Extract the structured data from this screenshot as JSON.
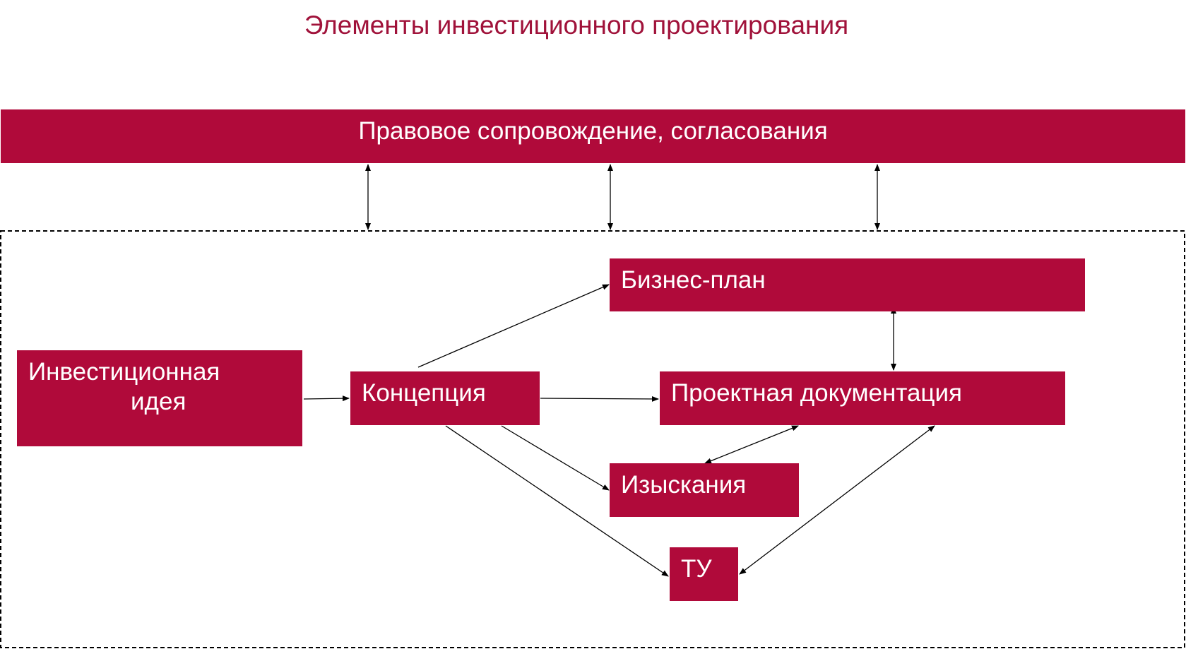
{
  "diagram": {
    "title": "Элементы инвестиционного проектирования",
    "nodes": {
      "legal": "Правовое сопровождение, согласования",
      "business_plan": "Бизнес-план",
      "investment_idea_line1": "Инвестиционная",
      "investment_idea_line2": "идея",
      "concept": "Концепция",
      "project_docs": "Проектная документация",
      "surveys": "Изыскания",
      "tu": "ТУ"
    },
    "colors": {
      "box_fill": "#b00a3a",
      "box_text": "#ffffff",
      "title_text": "#a0123a",
      "connector": "#000000"
    },
    "edges": [
      {
        "from": "investment_idea",
        "to": "concept",
        "direction": "forward"
      },
      {
        "from": "concept",
        "to": "business_plan",
        "direction": "forward"
      },
      {
        "from": "concept",
        "to": "project_docs",
        "direction": "forward"
      },
      {
        "from": "concept",
        "to": "surveys",
        "direction": "forward"
      },
      {
        "from": "concept",
        "to": "tu",
        "direction": "forward"
      },
      {
        "from": "business_plan",
        "to": "project_docs",
        "direction": "both"
      },
      {
        "from": "project_docs",
        "to": "surveys",
        "direction": "both"
      },
      {
        "from": "project_docs",
        "to": "tu",
        "direction": "both"
      },
      {
        "from": "legal",
        "to": "project_group",
        "direction": "both"
      },
      {
        "from": "legal",
        "to": "project_group",
        "direction": "both"
      },
      {
        "from": "legal",
        "to": "project_group",
        "direction": "both"
      }
    ]
  }
}
